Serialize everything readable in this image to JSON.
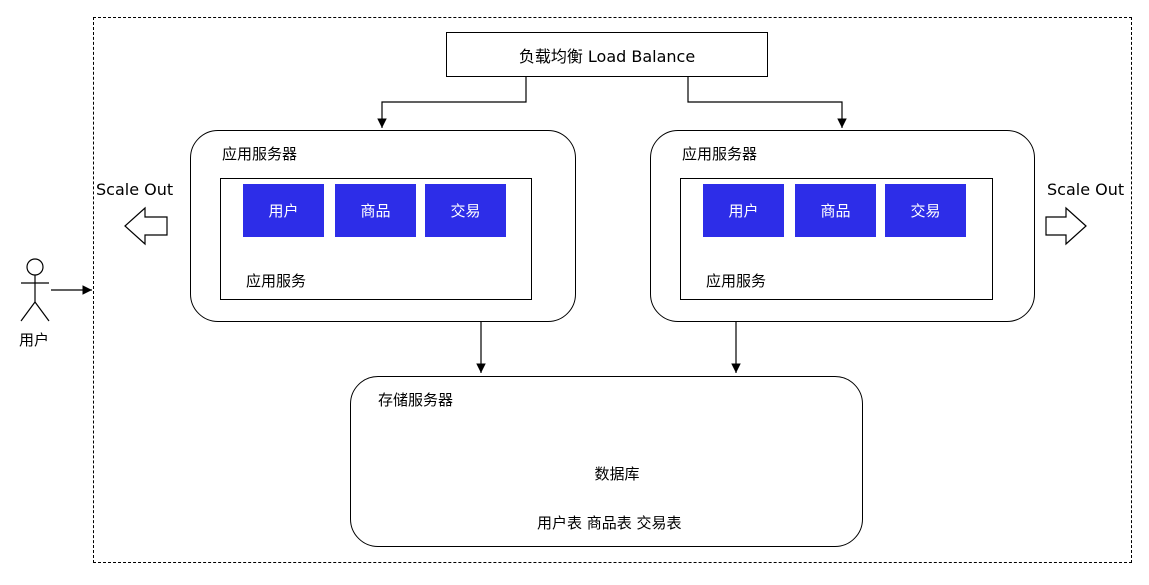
{
  "load_balancer": {
    "label": "负载均衡 Load Balance"
  },
  "app_servers": [
    {
      "title": "应用服务器",
      "services": [
        "用户",
        "商品",
        "交易"
      ],
      "service_label": "应用服务"
    },
    {
      "title": "应用服务器",
      "services": [
        "用户",
        "商品",
        "交易"
      ],
      "service_label": "应用服务"
    }
  ],
  "storage_server": {
    "title": "存储服务器",
    "database_label": "数据库",
    "tables_label": "用户表 商品表 交易表"
  },
  "scale_out": {
    "left_label": "Scale Out",
    "right_label": "Scale Out"
  },
  "actor": {
    "label": "用户"
  },
  "colors": {
    "service_fill": "#2d2de8",
    "service_text": "#ffffff",
    "stroke": "#000000"
  }
}
